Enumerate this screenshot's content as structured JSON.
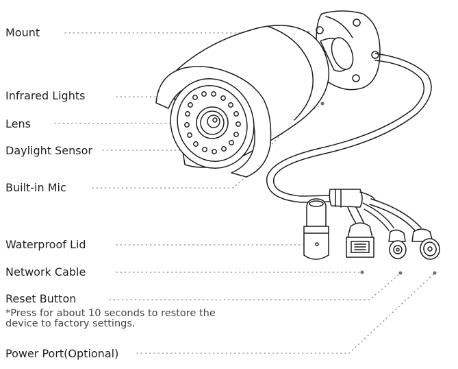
{
  "labels": {
    "mount": "Mount",
    "infrared_lights": "Infrared Lights",
    "lens": "Lens",
    "daylight_sensor": "Daylight Sensor",
    "built_in_mic": "Built-in Mic",
    "waterproof_lid": "Waterproof Lid",
    "network_cable": "Network Cable",
    "reset_button": "Reset Button",
    "reset_note_line1": "*Press for about 10 seconds to restore the",
    "reset_note_line2": "device to factory settings.",
    "power_port": "Power Port(Optional)"
  },
  "colors": {
    "line": "#1c1c1c",
    "leader": "#8a8a8a",
    "text": "#1f1f1f"
  }
}
